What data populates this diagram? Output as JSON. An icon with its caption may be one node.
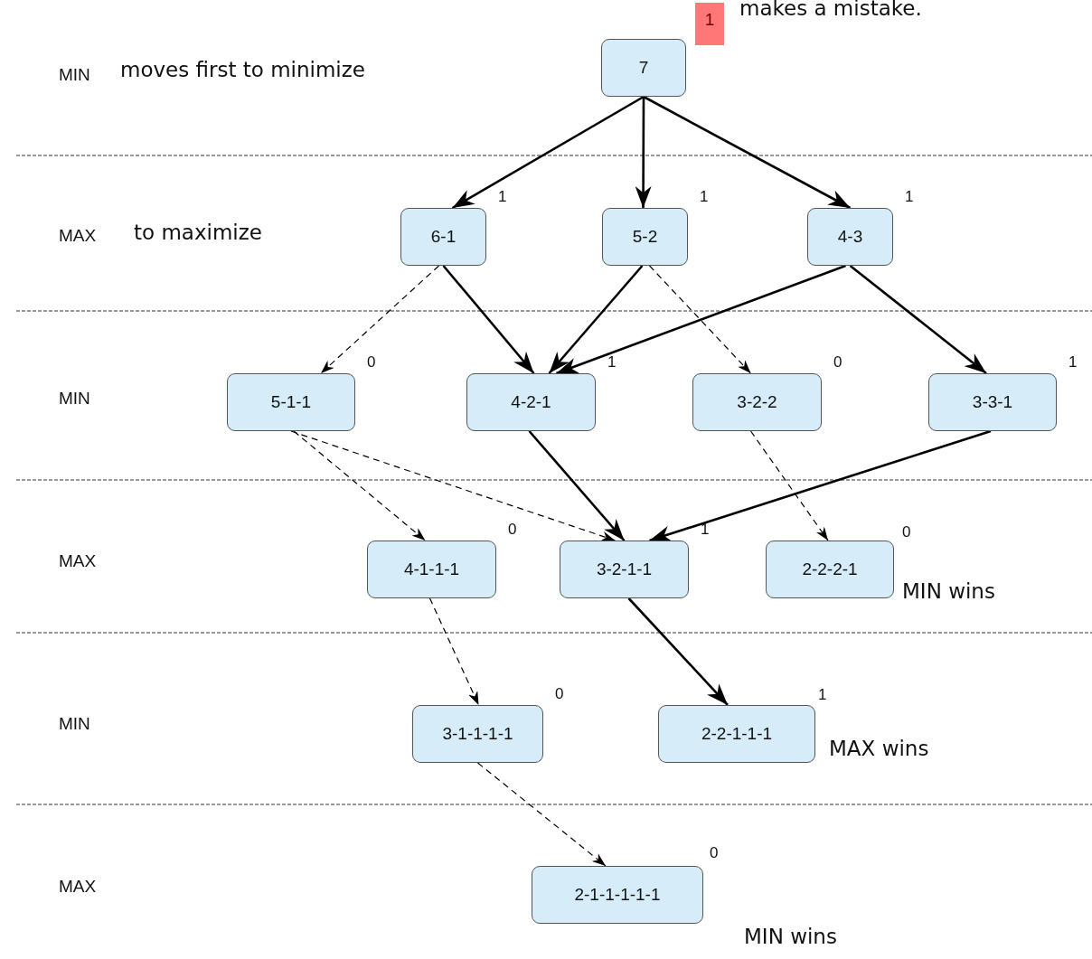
{
  "diagram": {
    "nodes": [
      {
        "text": [
          "7"
        ]
      },
      {
        "text": [
          "6-1"
        ],
        "beside": [
          "1"
        ]
      },
      {
        "text": [
          "5-2"
        ],
        "beside": [
          "1"
        ]
      },
      {
        "text": [
          "4-3"
        ],
        "beside": [
          "1"
        ]
      },
      {
        "text": [
          "5-1-1"
        ],
        "beside": [
          "0"
        ]
      },
      {
        "text": [
          "4-2-1"
        ],
        "beside": [
          "1"
        ]
      },
      {
        "text": [
          "3-2-2"
        ],
        "beside": [
          "0"
        ]
      },
      {
        "text": [
          "3-3-1"
        ],
        "beside": [
          "1"
        ]
      },
      {
        "text": [
          "4-1-1-1"
        ],
        "beside": [
          "0"
        ]
      },
      {
        "text": [
          "3-2-1-1"
        ],
        "beside": [
          "1"
        ]
      },
      {
        "text": [
          "2-2-2-1"
        ],
        "beside": [
          "0",
          "MIN wins"
        ]
      },
      {
        "text": [
          "3-1-1-1-1"
        ],
        "beside": [
          "0"
        ]
      },
      {
        "text": [
          "2-2-1-1-1"
        ],
        "beside": [
          "1",
          "MAX wins"
        ]
      },
      {
        "text": [
          "2-1-1-1-1-1"
        ],
        "beside": [
          "0",
          "MIN wins"
        ]
      }
    ],
    "edges": [
      {
        "from": 0,
        "to": 1,
        "arrow": "to"
      },
      {
        "from": 0,
        "to": 2,
        "arrow": "to"
      },
      {
        "from": 0,
        "to": 3,
        "arrow": "to"
      },
      {
        "from": 1,
        "to": 4,
        "arrow": "to",
        "style": "dashed"
      },
      {
        "from": 1,
        "to": 5,
        "arrow": "to"
      },
      {
        "from": 2,
        "to": 5,
        "arrow": "to"
      },
      {
        "from": 2,
        "to": 6,
        "arrow": "to",
        "style": "dashed"
      },
      {
        "from": 3,
        "to": 5,
        "arrow": "to"
      },
      {
        "from": 3,
        "to": 7,
        "arrow": "to"
      },
      {
        "from": 4,
        "to": 8,
        "arrow": "to",
        "style": "dashed"
      },
      {
        "from": 4,
        "to": 9,
        "arrow": "to",
        "style": "dashed"
      },
      {
        "from": 5,
        "to": 9,
        "arrow": "to"
      },
      {
        "from": 6,
        "to": 10,
        "arrow": "to",
        "style": "dashed"
      },
      {
        "from": 7,
        "to": 9,
        "arrow": "to"
      },
      {
        "from": 8,
        "to": 11,
        "arrow": "to",
        "style": "dashed"
      },
      {
        "from": 9,
        "to": 12,
        "arrow": "to"
      },
      {
        "from": 11,
        "to": 13,
        "arrow": "to",
        "style": "dashed"
      }
    ],
    "labels": [
      "1",
      "makes a mistake.",
      "MIN",
      "moves first to minimize",
      "MAX",
      "to maximize",
      "MIN",
      "MAX",
      "MIN",
      "MAX"
    ]
  }
}
